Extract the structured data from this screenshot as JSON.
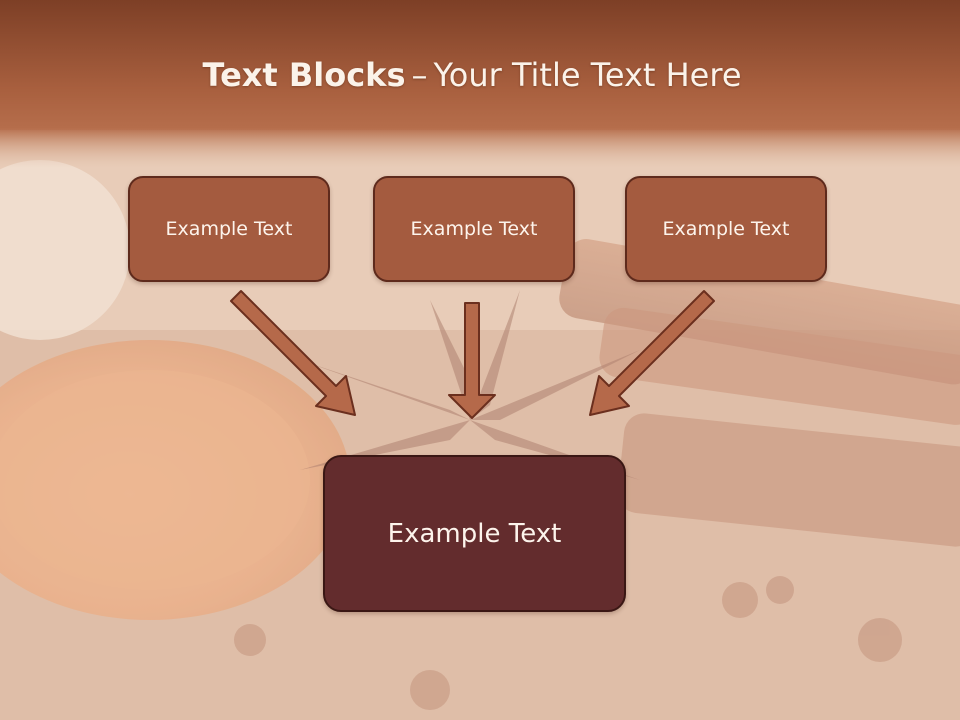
{
  "slide": {
    "title_bold": "Text Blocks",
    "title_dash": "–",
    "title_rest": "Your Title Text Here"
  },
  "blocks": [
    {
      "label": "Example Text"
    },
    {
      "label": "Example Text"
    },
    {
      "label": "Example Text"
    }
  ],
  "main_block": {
    "label": "Example Text"
  },
  "colors": {
    "header_band": "#9a5236",
    "block_fill": "#a45b3f",
    "block_border": "#5e2a1c",
    "main_block_fill": "#632c2d",
    "arrow_fill": "#b5694a",
    "title_text": "#fbf3ea"
  }
}
